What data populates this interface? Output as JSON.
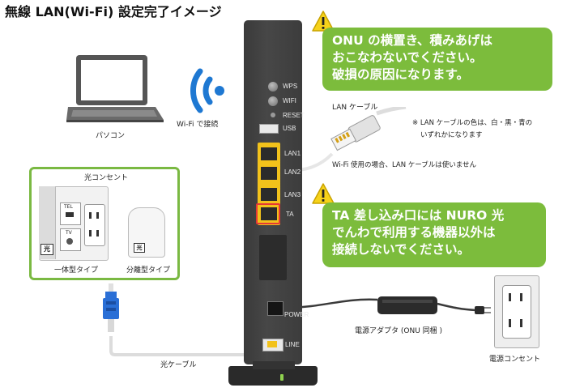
{
  "title": "無線 LAN(Wi-Fi) 設定完了イメージ",
  "labels": {
    "pc": "パソコン",
    "wifi": "Wi-Fi で接続",
    "lan_cable": "LAN ケーブル",
    "lan_note_1": "※ LAN ケーブルの色は、白・黒・青の",
    "lan_note_2": "いずれかになります",
    "wifi_note": "Wi-Fi 使用の場合、LAN ケーブルは使いません",
    "outlet_title": "光コンセント",
    "integrated": "一体型タイプ",
    "separate": "分離型タイプ",
    "hikari_mark": "光",
    "tel": "TEL",
    "tv": "TV",
    "fiber_cable": "光ケーブル",
    "adapter": "電源アダプタ (ONU 同梱 )",
    "power_outlet": "電源コンセント"
  },
  "ports": {
    "wps": "WPS",
    "wifi": "WIFI",
    "reset": "RESET",
    "usb": "USB",
    "lan1": "LAN1",
    "lan2": "LAN2",
    "lan3": "LAN3",
    "ta": "TA",
    "power": "POWER",
    "line": "LINE"
  },
  "warnings": {
    "top": [
      "ONU の横置き、積みあげは",
      "おこなわないでください。",
      "破損の原因になります。"
    ],
    "bottom": [
      "TA 差し込み口には NURO 光",
      "でんわで利用する機器以外は",
      "接続しないでください。"
    ]
  },
  "colors": {
    "accent_green": "#7cbc3c",
    "warning_yellow": "#f6d21a",
    "lan_yellow": "#f2c21b",
    "highlight_red": "#e53935",
    "wifi_blue": "#1e78d2",
    "fiber_blue": "#2a6fd6"
  },
  "icons": [
    "laptop-icon",
    "wifi-icon",
    "warning-icon",
    "lan-cable-icon",
    "fiber-connector-icon",
    "ac-adapter-icon",
    "power-plug-icon"
  ]
}
